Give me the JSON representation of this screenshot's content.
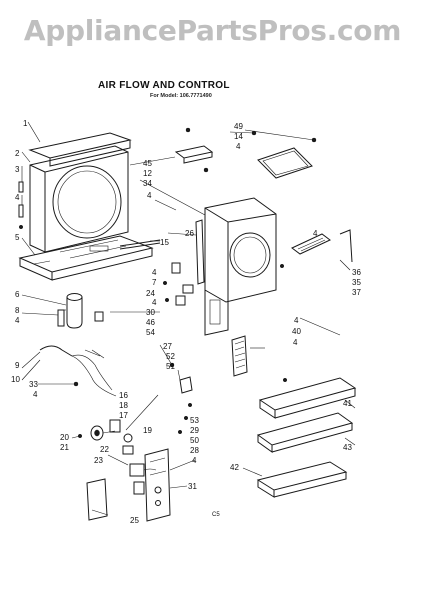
{
  "watermark": "AppliancePartsPros.com",
  "title": "AIR FLOW AND CONTROL",
  "subtitle": "For Model: 106.7771490",
  "footer_code": "C5",
  "callouts": [
    "1",
    "2",
    "3",
    "4",
    "5",
    "15",
    "6",
    "8",
    "4",
    "9",
    "10",
    "33",
    "4",
    "20",
    "21",
    "22",
    "23",
    "25",
    "45",
    "12",
    "34",
    "4",
    "26",
    "4",
    "7",
    "24",
    "4",
    "30",
    "46",
    "54",
    "27",
    "52",
    "51",
    "16",
    "18",
    "17",
    "19",
    "53",
    "29",
    "50",
    "28",
    "4",
    "31",
    "49",
    "14",
    "4",
    "4",
    "36",
    "35",
    "37",
    "4",
    "40",
    "4",
    "41",
    "43",
    "42"
  ]
}
